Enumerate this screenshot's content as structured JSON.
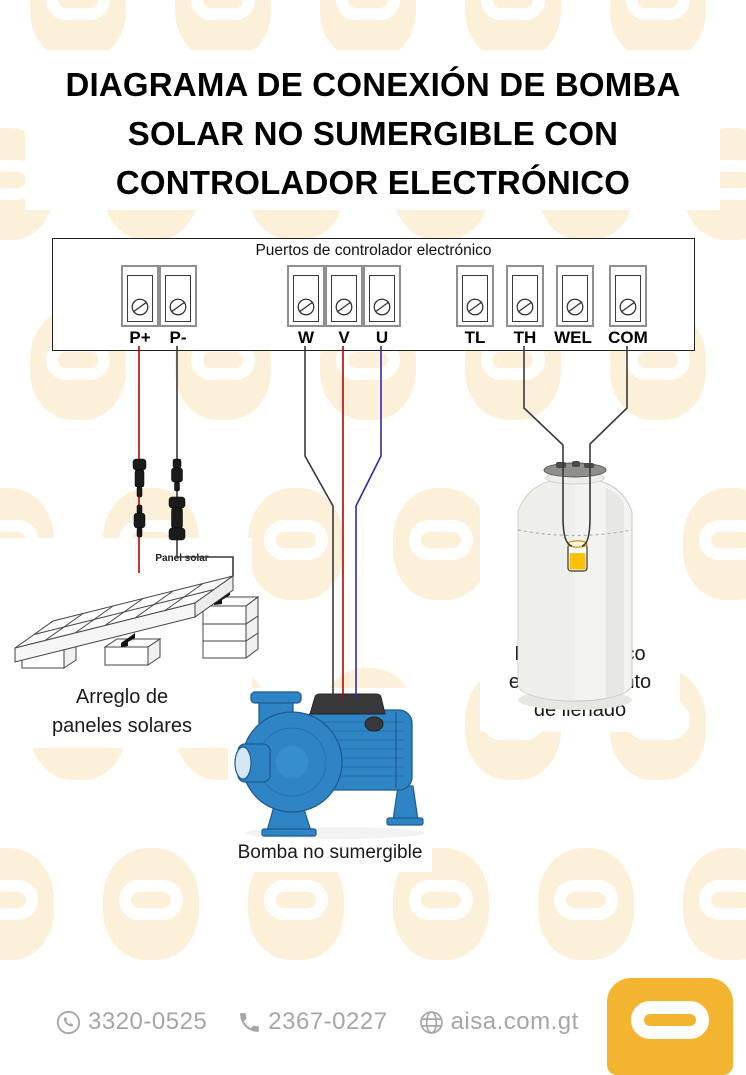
{
  "page": {
    "background": "#FFFFFF",
    "watermark_color": "#FCF0D9",
    "brand_color": "#F3B42F"
  },
  "title": {
    "text": "DIAGRAMA DE CONEXIÓN DE BOMBA\nSOLAR NO SUMERGIBLE CON\nCONTROLADOR ELECTRÓNICO"
  },
  "controller": {
    "title": "Puertos de controlador electrónico",
    "ports": [
      {
        "label": "P+",
        "wire_color": "#C00000"
      },
      {
        "label": "P-",
        "wire_color": "#3a3a3a"
      },
      {
        "label": "W",
        "wire_color": "#3a3a3a"
      },
      {
        "label": "V",
        "wire_color": "#C00000"
      },
      {
        "label": "U",
        "wire_color": "#2B2BB8"
      },
      {
        "label": "TL",
        "wire_color": ""
      },
      {
        "label": "TH",
        "wire_color": "#3a3a3a"
      },
      {
        "label": "WEL",
        "wire_color": ""
      },
      {
        "label": "COM",
        "wire_color": "#3a3a3a"
      }
    ]
  },
  "components": {
    "solar_panel": {
      "tag": "Panel solar",
      "caption": "Arreglo de\npaneles solares"
    },
    "pump": {
      "caption": "Bomba no sumergible"
    },
    "tank": {
      "caption": "Flote en tinaco\nelevado o punto\nde llenado"
    }
  },
  "footer": {
    "whatsapp": "3320-0525",
    "phone": "2367-0227",
    "website": "aisa.com.gt"
  }
}
